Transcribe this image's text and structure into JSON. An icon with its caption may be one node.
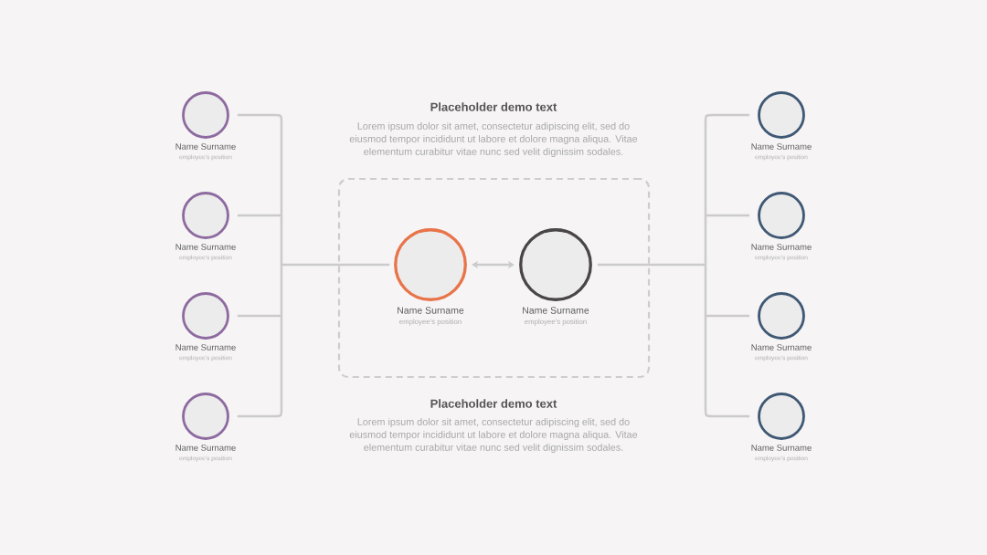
{
  "diagram": {
    "nodes": [
      {
        "text": [],
        "shape": "circle",
        "beside": [
          "Name Surname",
          "employee’s position"
        ]
      },
      {
        "text": [],
        "shape": "circle",
        "beside": [
          "Name Surname",
          "employee’s position"
        ]
      },
      {
        "text": [],
        "shape": "circle",
        "beside": [
          "Name Surname",
          "employee’s position"
        ]
      },
      {
        "text": [],
        "shape": "circle",
        "beside": [
          "Name Surname",
          "employee’s position"
        ]
      },
      {
        "text": [],
        "shape": "box"
      },
      {
        "text": [],
        "shape": "circle",
        "beside": [
          "Name Surname",
          "employee’s position"
        ],
        "in": 4
      },
      {
        "text": [],
        "shape": "circle",
        "beside": [
          "Name Surname",
          "employee’s position"
        ],
        "in": 4
      },
      {
        "text": [],
        "shape": "circle",
        "beside": [
          "Name Surname",
          "employee’s position"
        ]
      },
      {
        "text": [],
        "shape": "circle",
        "beside": [
          "Name Surname",
          "employee’s position"
        ]
      },
      {
        "text": [],
        "shape": "circle",
        "beside": [
          "Name Surname",
          "employee’s position"
        ]
      },
      {
        "text": [],
        "shape": "circle",
        "beside": [
          "Name Surname",
          "employee’s position"
        ]
      }
    ],
    "edges": [
      {
        "from": 0,
        "to": 5,
        "arrow": "none"
      },
      {
        "from": 1,
        "to": 5,
        "arrow": "none"
      },
      {
        "from": 2,
        "to": 5,
        "arrow": "none"
      },
      {
        "from": 3,
        "to": 5,
        "arrow": "none"
      },
      {
        "from": 5,
        "to": 6,
        "arrow": "both"
      },
      {
        "from": 6,
        "to": 7,
        "arrow": "none"
      },
      {
        "from": 6,
        "to": 8,
        "arrow": "none"
      },
      {
        "from": 6,
        "to": 9,
        "arrow": "none"
      },
      {
        "from": 6,
        "to": 10,
        "arrow": "none"
      }
    ],
    "labels": [
      "Placeholder demo text",
      "Lorem ipsum dolor sit amet, consectetur adipiscing elit, sed do eiusmod tempor incididunt ut labore et dolore magna aliqua. Vitae elementum curabitur vitae nunc sed velit dignissim sodales.",
      "Placeholder demo text",
      "Lorem ipsum dolor sit amet, consectetur adipiscing elit, sed do eiusmod tempor incididunt ut labore et dolore magna aliqua. Vitae elementum curabitur vitae nunc sed velit dignissim sodales."
    ]
  }
}
